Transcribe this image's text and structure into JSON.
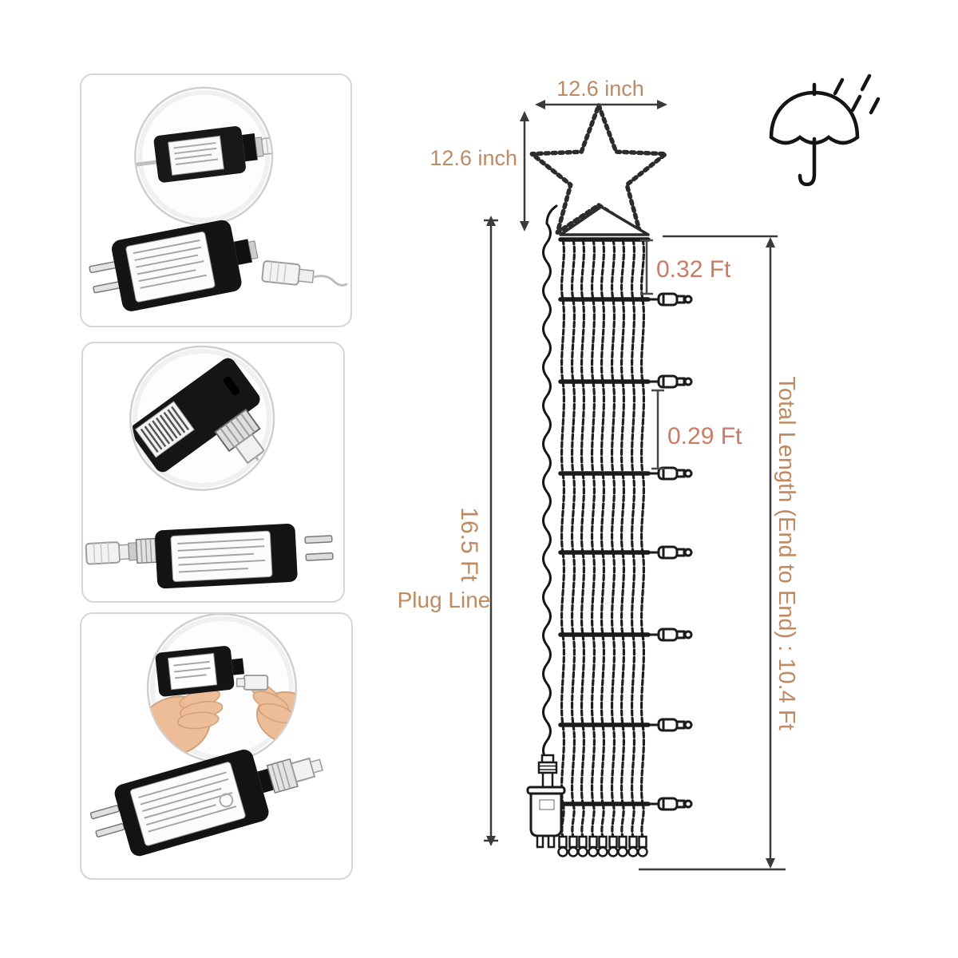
{
  "page": {
    "title": "Star curtain string light dimensions infographic",
    "background": "#ffffff"
  },
  "colors": {
    "dimension_label_tan": "#bf8a62",
    "spacing_label_salmon": "#cb7a64",
    "line_art": "#1f1f1f",
    "panel_border": "#d6d6d6"
  },
  "annotations": {
    "star_width": "12.6 inch",
    "star_height": "12.6 inch",
    "first_row_spacing": "0.32 Ft",
    "row_spacing": "0.29 Ft",
    "plug_line_length": "16.5 Ft",
    "plug_line": "Plug Line",
    "total_length": "Total Length (End to End) : 10.4 Ft"
  },
  "icons": {
    "waterproof": "umbrella-rain-icon"
  },
  "photos": [
    {
      "name": "adapter-with-plug-and-clear-connector"
    },
    {
      "name": "adapter-threaded-connector-closeup"
    },
    {
      "name": "hands-connecting-adapter-and-socket"
    }
  ]
}
